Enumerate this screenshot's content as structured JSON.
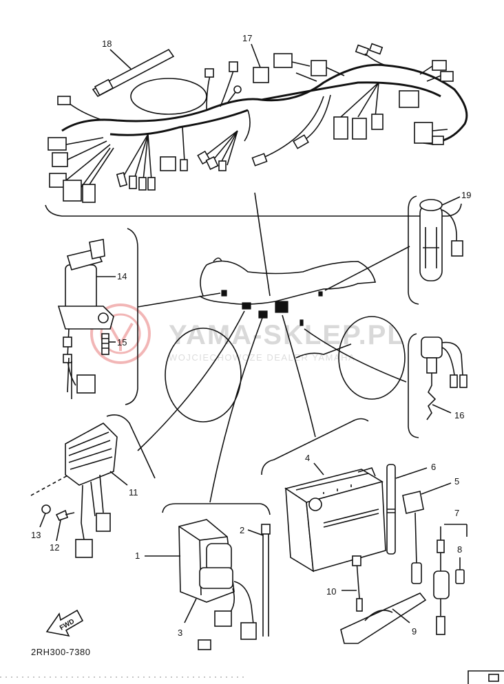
{
  "diagram": {
    "drawing_code": "2RH300-7380",
    "watermark": {
      "main": "YAMA-SKLEP.PL",
      "sub": "WOJCIECHOWCZE DEALER YAMAHA"
    },
    "fwd_label": "FWD",
    "part_labels": [
      {
        "key": "p1",
        "text": "1"
      },
      {
        "key": "p2",
        "text": "2"
      },
      {
        "key": "p3",
        "text": "3"
      },
      {
        "key": "p4",
        "text": "4"
      },
      {
        "key": "p5",
        "text": "5"
      },
      {
        "key": "p6",
        "text": "6"
      },
      {
        "key": "p7",
        "text": "7"
      },
      {
        "key": "p8",
        "text": "8"
      },
      {
        "key": "p9",
        "text": "9"
      },
      {
        "key": "p10",
        "text": "10"
      },
      {
        "key": "p11",
        "text": "11"
      },
      {
        "key": "p12",
        "text": "12"
      },
      {
        "key": "p13",
        "text": "13"
      },
      {
        "key": "p14",
        "text": "14"
      },
      {
        "key": "p15",
        "text": "15"
      },
      {
        "key": "p16",
        "text": "16"
      },
      {
        "key": "p17",
        "text": "17"
      },
      {
        "key": "p18",
        "text": "18"
      },
      {
        "key": "p19",
        "text": "19"
      }
    ]
  }
}
